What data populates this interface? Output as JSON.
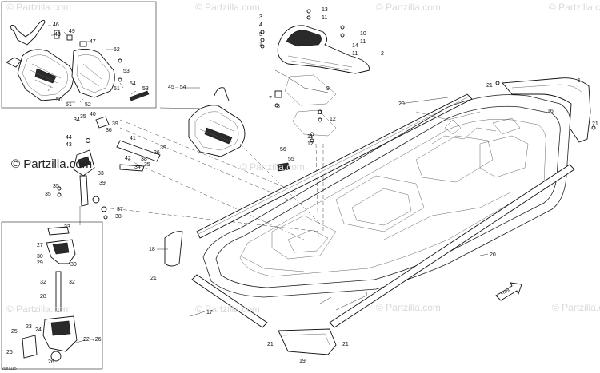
{
  "watermarks": [
    "© Partzilla.com",
    "© Partzilla.com",
    "© Partzilla.com",
    "© Partzilla.com",
    "© Partzilla.com",
    "© Partzilla.com",
    "© Partzilla.com",
    "© Partzilla.com",
    "© Partzilla.com"
  ],
  "main_watermark": "© Partzilla.com",
  "doc_id": "2081115",
  "arrow_label": "Front",
  "callouts": [
    "46",
    "48",
    "49",
    "47",
    "52",
    "50",
    "51",
    "51",
    "52",
    "54",
    "53",
    "53",
    "45→54",
    "3",
    "13",
    "11",
    "4",
    "10",
    "11",
    "5",
    "1",
    "14",
    "11",
    "2",
    "8",
    "7",
    "9",
    "11",
    "12",
    "11",
    "12",
    "20",
    "21",
    "16",
    "21",
    "1",
    "34",
    "35",
    "40",
    "39",
    "36",
    "44",
    "43",
    "41",
    "39",
    "36",
    "38",
    "42",
    "35",
    "34",
    "33",
    "38",
    "35",
    "35",
    "37",
    "39",
    "56",
    "55",
    "18",
    "21",
    "20",
    "17",
    "1",
    "21",
    "19",
    "21",
    "33",
    "27",
    "30",
    "29",
    "30",
    "32",
    "32",
    "28",
    "25",
    "23",
    "24",
    "26",
    "26",
    "22→26"
  ]
}
